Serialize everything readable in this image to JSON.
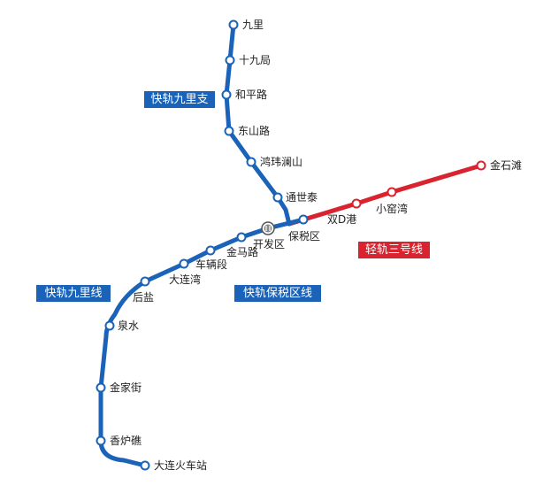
{
  "colors": {
    "blue": "#1a63b8",
    "red": "#d9232e",
    "station_fill": "#ffffff"
  },
  "lines": {
    "jiuli_branch": "快轨九里支",
    "jiuli": "快轨九里线",
    "bonded": "快轨保税区线",
    "light3": "轻轨三号线"
  },
  "stations": {
    "jiuli": "九里",
    "shijiuju": "十九局",
    "hepinglu": "和平路",
    "dongshanlu": "东山路",
    "hongweilanshan": "鸿玮澜山",
    "tongshitai": "通世泰",
    "baoshuiqu": "保税区",
    "kaifaqu": "开发区",
    "jinmalu": "金马路",
    "cheliangduan": "车辆段",
    "dalianwan": "大连湾",
    "houyan": "后盐",
    "quanshui": "泉水",
    "jinjiajie": "金家街",
    "xianglujiao": "香炉礁",
    "dalian_station": "大连火车站",
    "shuangdgang": "双D港",
    "xiaoyaowan": "小窑湾",
    "jinshitan": "金石滩"
  },
  "transfer_icon": "transfer-icon"
}
